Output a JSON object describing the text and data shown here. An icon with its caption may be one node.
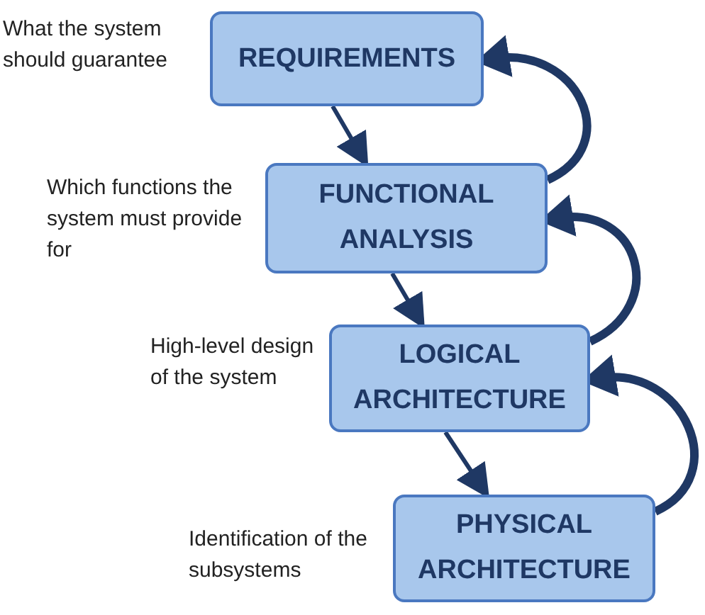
{
  "diagram": {
    "nodes": [
      {
        "text": [
          "REQUIREMENTS"
        ],
        "beside": [
          "What the system should guarantee"
        ]
      },
      {
        "text": [
          "FUNCTIONAL ANALYSIS"
        ],
        "beside": [
          "Which functions the system must provide for"
        ]
      },
      {
        "text": [
          "LOGICAL ARCHITECTURE"
        ],
        "beside": [
          "High-level design of the system"
        ]
      },
      {
        "text": [
          "PHYSICAL ARCHITECTURE"
        ],
        "beside": [
          "Identification of the subsystems"
        ]
      }
    ],
    "edges": [
      {
        "from": 0,
        "to": 1,
        "arrow": "to"
      },
      {
        "from": 1,
        "to": 2,
        "arrow": "to"
      },
      {
        "from": 2,
        "to": 3,
        "arrow": "to"
      },
      {
        "from": 1,
        "to": 0,
        "arrow": "to",
        "style": "thick"
      },
      {
        "from": 2,
        "to": 1,
        "arrow": "to",
        "style": "thick"
      },
      {
        "from": 3,
        "to": 2,
        "arrow": "to",
        "style": "thick"
      }
    ]
  }
}
